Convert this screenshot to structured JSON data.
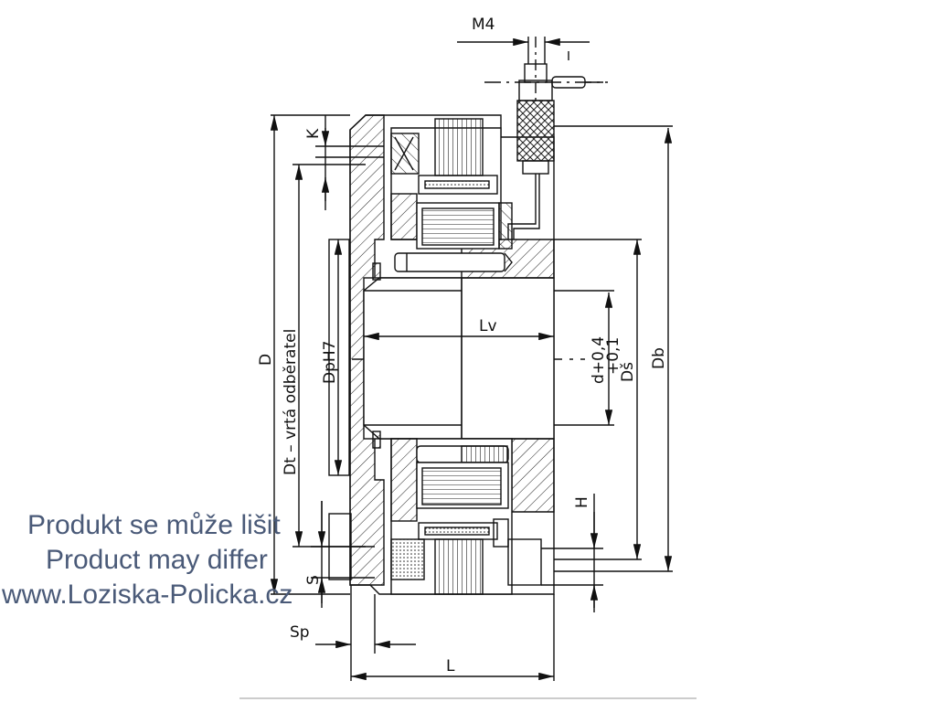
{
  "labels": {
    "m4": "M4",
    "k": "K",
    "dt_note": "Dt – vrtá odběratel",
    "d": "D",
    "dph7": "DpH7",
    "lv": "Lv",
    "d_tol": "d+0,4",
    "d_tol2": "+0,1",
    "ds": "Dš",
    "db": "Db",
    "h": "H",
    "s": "S",
    "sp": "Sp",
    "l": "L"
  },
  "watermark": {
    "line1": "Produkt se může lišit",
    "line2": "Product may differ",
    "line3": "www.Loziska-Policka.cz"
  },
  "colors": {
    "line": "#111111",
    "watermark": "#4a5a78"
  }
}
